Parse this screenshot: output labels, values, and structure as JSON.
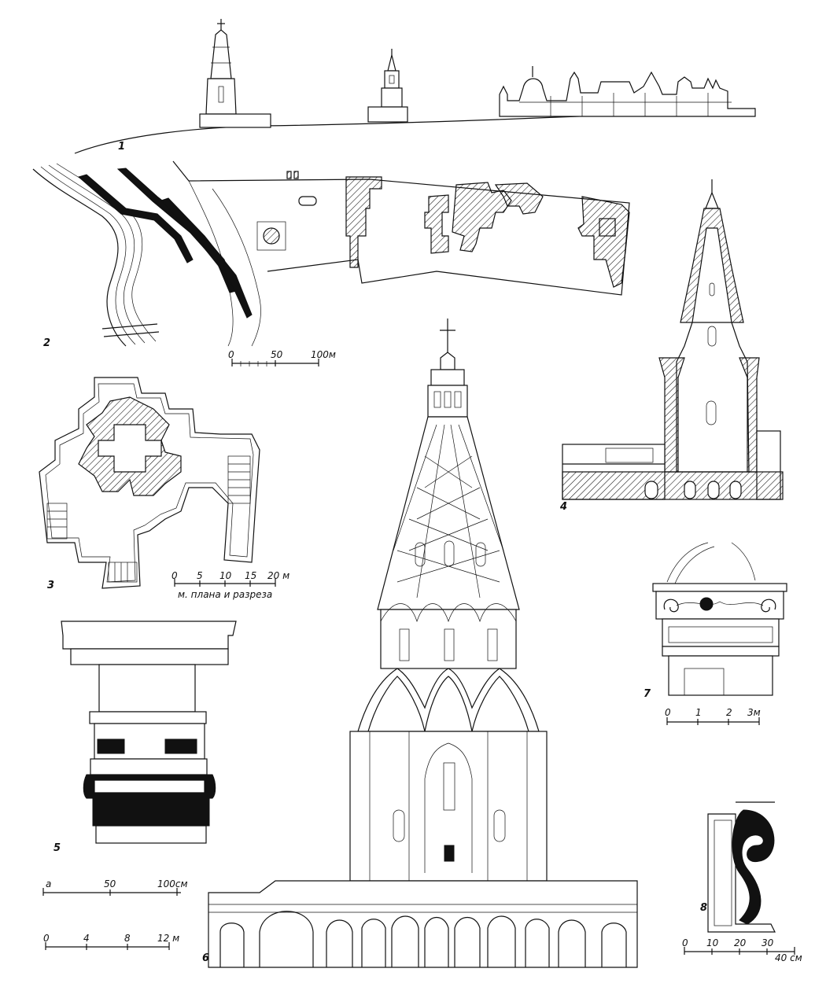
{
  "figures": {
    "fig1": {
      "number": "1"
    },
    "fig2": {
      "number": "2",
      "scale_ticks": [
        "0",
        "50",
        "100м"
      ]
    },
    "fig3": {
      "number": "3",
      "scale_ticks": [
        "0",
        "5",
        "10",
        "15",
        "20 м"
      ],
      "scale_caption": "м. плана и разреза"
    },
    "fig4": {
      "number": "4"
    },
    "fig5": {
      "number": "5",
      "scale_ticks": [
        "а",
        "50",
        "100см"
      ]
    },
    "fig6": {
      "number": "6",
      "scale_ticks": [
        "0",
        "4",
        "8",
        "12 м"
      ]
    },
    "fig7": {
      "number": "7",
      "scale_ticks": [
        "0",
        "1",
        "2",
        "3м"
      ]
    },
    "fig8": {
      "number": "8",
      "scale_ticks": [
        "0",
        "10",
        "20",
        "30",
        "40 см"
      ]
    }
  }
}
